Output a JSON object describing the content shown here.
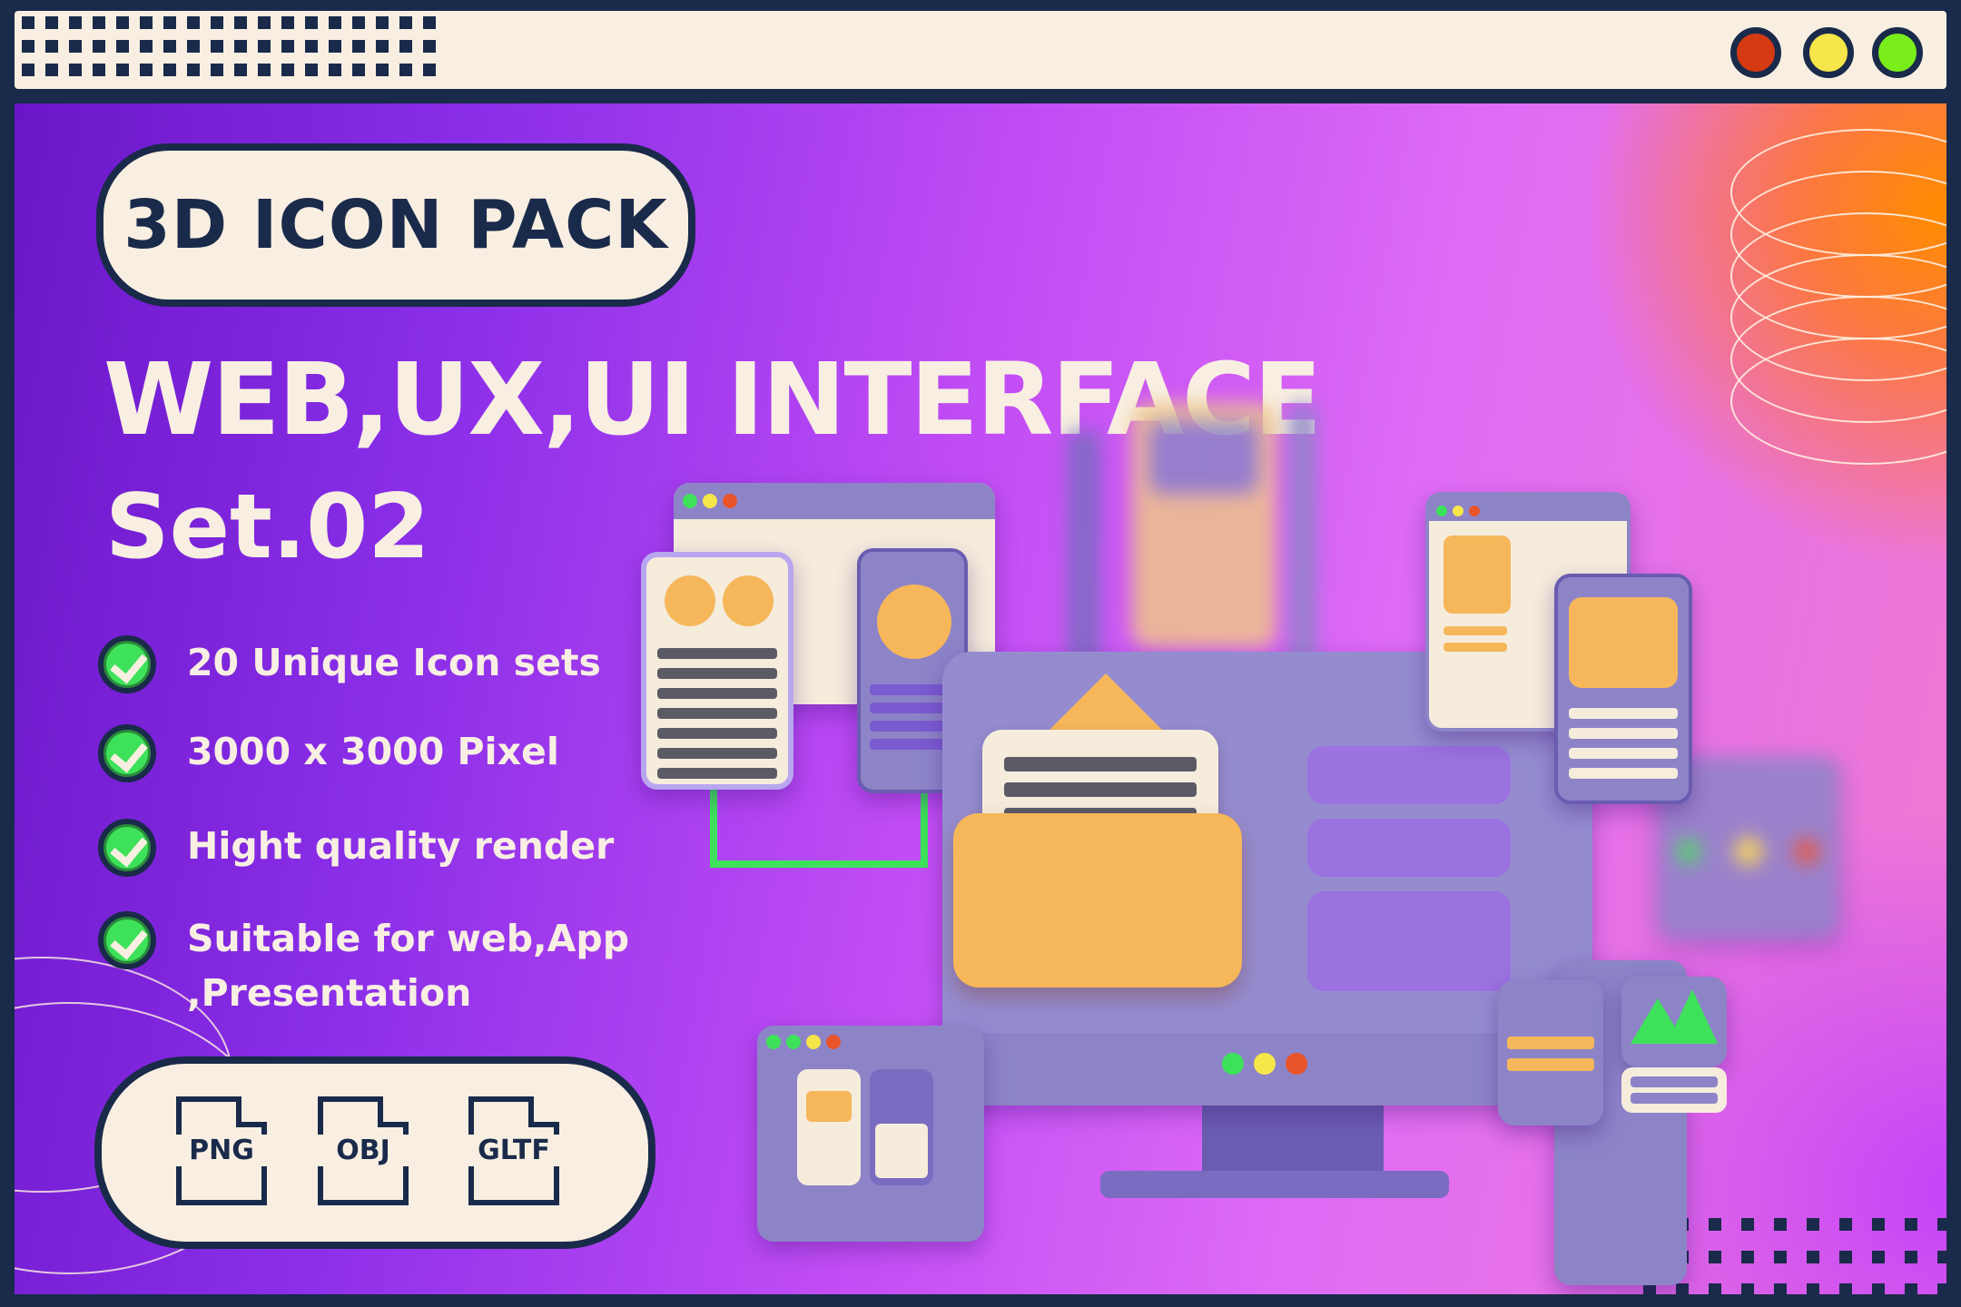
{
  "product": {
    "badge": "3D ICON PACK",
    "headline": "WEB,UX,UI INTERFACE",
    "set": "Set.02"
  },
  "features": [
    {
      "text": "20 Unique Icon sets"
    },
    {
      "text": "3000 x 3000 Pixel"
    },
    {
      "text": "Hight quality render"
    },
    {
      "text": "Suitable for web,App",
      "text2": ",Presentation"
    }
  ],
  "formats": [
    "PNG",
    "OBJ",
    "GLTF"
  ],
  "window_controls": [
    {
      "name": "close",
      "color": "#d63a12"
    },
    {
      "name": "minimize",
      "color": "#f6e64a"
    },
    {
      "name": "maximize",
      "color": "#7aee1a"
    }
  ],
  "colors": {
    "navy": "#1a2a4a",
    "cream": "#f8efe2",
    "check_green": "#3ee25a",
    "accent_orange": "#f6b75a",
    "panel_purple": "#8d84c8"
  }
}
